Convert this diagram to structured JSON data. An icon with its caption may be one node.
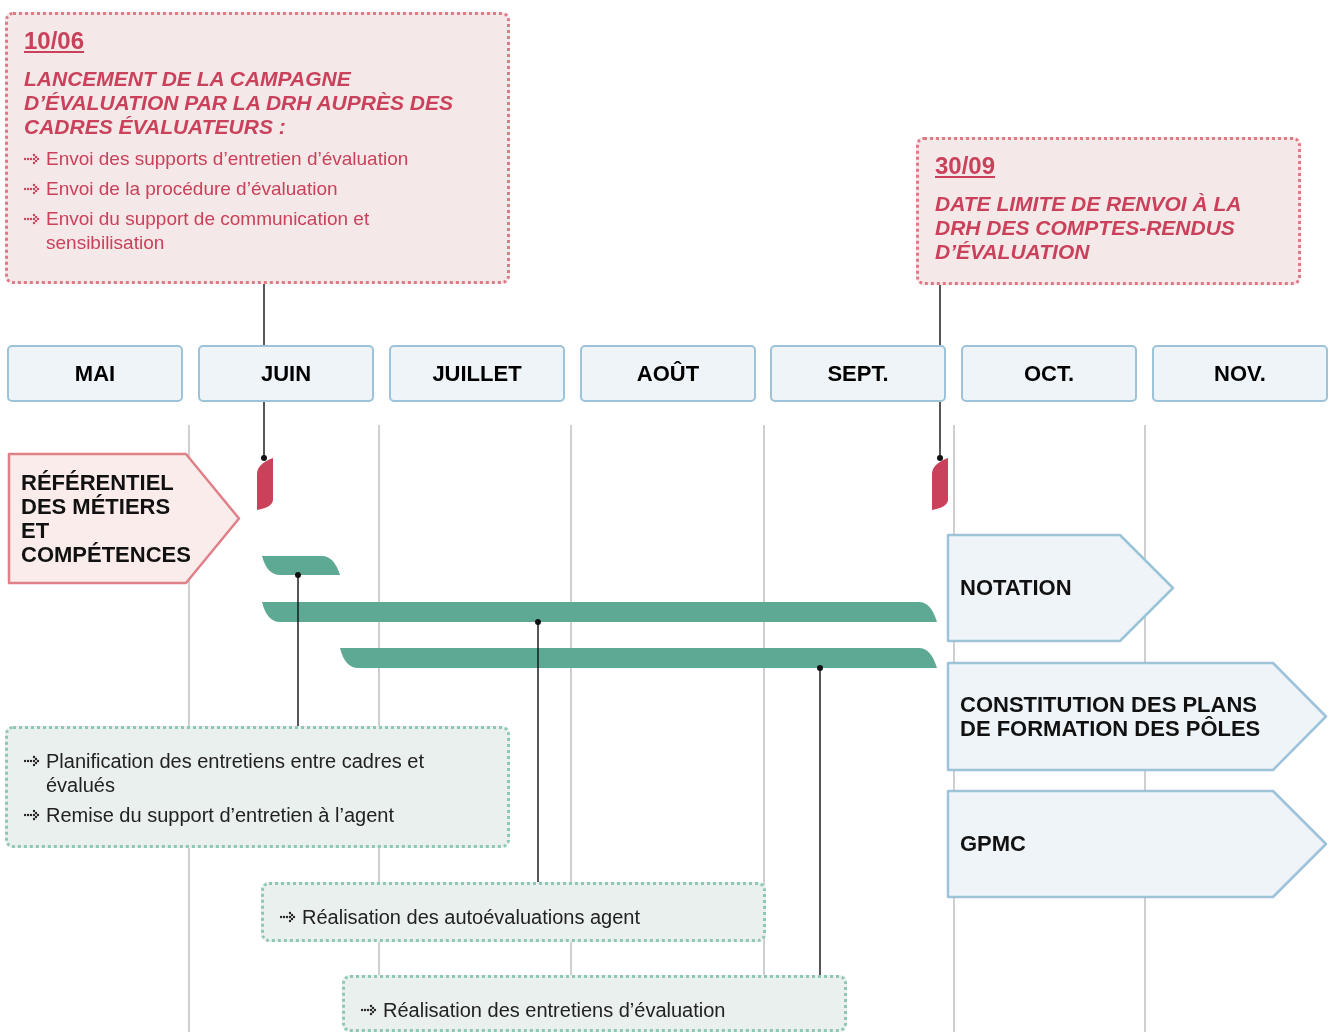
{
  "diagram": {
    "nodes": [
      {
        "text": [
          "10/06",
          "LANCEMENT DE LA CAMPAGNE D’ÉVALUATION PAR LA DRH AUPRÈS DES CADRES ÉVALUATEURS :",
          "Envoi des supports d’entretien d’évaluation",
          "Envoi de la procédure d’évaluation",
          "Envoi du support de communication et sensibilisation"
        ]
      },
      {
        "text": [
          "30/09",
          "DATE LIMITE DE RENVOI À LA DRH DES COMPTES-RENDUS D’ÉVALUATION"
        ]
      },
      {
        "text": [
          "MAI"
        ]
      },
      {
        "text": [
          "JUIN"
        ]
      },
      {
        "text": [
          "JUILLET"
        ]
      },
      {
        "text": [
          "AOÛT"
        ]
      },
      {
        "text": [
          "SEPT."
        ]
      },
      {
        "text": [
          "OCT."
        ]
      },
      {
        "text": [
          "NOV."
        ]
      },
      {
        "text": [
          "RÉFÉRENTIEL DES MÉTIERS ET COMPÉTENCES"
        ]
      },
      {
        "text": [],
        "shape": "bar"
      },
      {
        "text": [],
        "shape": "bar"
      },
      {
        "text": [],
        "shape": "bar"
      },
      {
        "text": [],
        "shape": "bar"
      },
      {
        "text": [],
        "shape": "bar"
      },
      {
        "text": [
          "NOTATION"
        ]
      },
      {
        "text": [
          "CONSTITUTION DES PLANS DE FORMATION DES PÔLES"
        ]
      },
      {
        "text": [
          "GPMC"
        ]
      },
      {
        "text": [
          "Planification des entretiens entre cadres et évalués",
          "Remise du support d’entretien à l’agent"
        ]
      },
      {
        "text": [
          "Réalisation des autoévaluations agent"
        ]
      },
      {
        "text": [
          "Réalisation des entretiens d’évaluation"
        ]
      }
    ],
    "edges": [
      {
        "from": 0,
        "to": 10,
        "arrow": "other"
      },
      {
        "from": 1,
        "to": 11,
        "arrow": "other"
      },
      {
        "from": 18,
        "to": 12,
        "arrow": "other"
      },
      {
        "from": 19,
        "to": 13,
        "arrow": "other"
      },
      {
        "from": 20,
        "to": 14,
        "arrow": "other"
      }
    ]
  }
}
